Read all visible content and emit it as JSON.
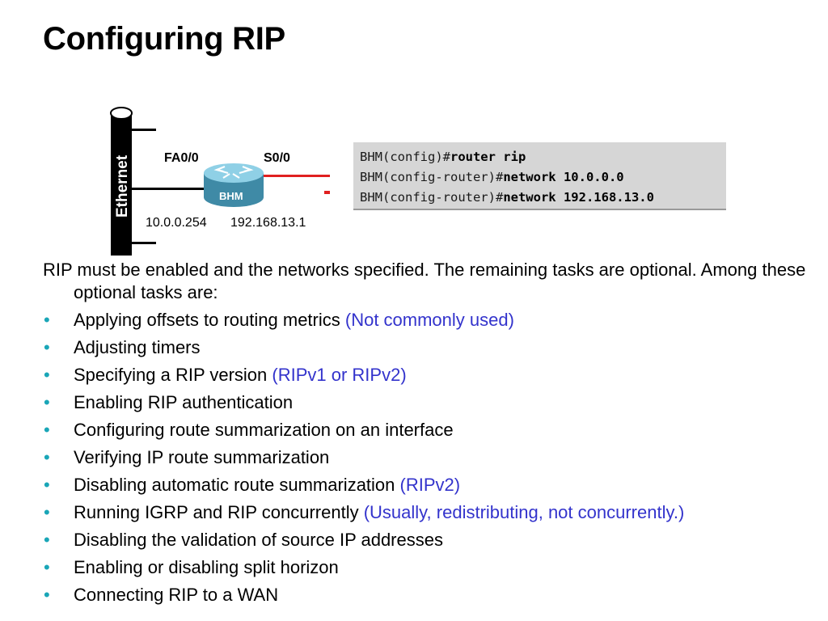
{
  "title": "Configuring RIP",
  "diagram": {
    "ethernet_label": "Ethernet",
    "router_name": "BHM",
    "interface_left": "FA0/0",
    "interface_right": "S0/0",
    "ip_left": "10.0.0.254",
    "ip_right": "192.168.13.1",
    "colors": {
      "serial_link": "#e02020",
      "router": "#5aa7c2"
    }
  },
  "cli": {
    "lines": [
      {
        "prompt": "BHM(config)#",
        "command": "router rip"
      },
      {
        "prompt": "BHM(config-router)#",
        "command": "network 10.0.0.0"
      },
      {
        "prompt": "BHM(config-router)#",
        "command": "network 192.168.13.0"
      }
    ]
  },
  "intro": "RIP must be enabled and the networks specified. The remaining tasks are optional. Among these optional tasks are:",
  "bullets": [
    {
      "text": "Applying offsets to routing metrics ",
      "note": " (Not commonly used)"
    },
    {
      "text": "Adjusting timers",
      "note": ""
    },
    {
      "text": "Specifying a RIP version",
      "note": " (RIPv1 or RIPv2)"
    },
    {
      "text": "Enabling RIP authentication",
      "note": ""
    },
    {
      "text": "Configuring route summarization on an interface",
      "note": ""
    },
    {
      "text": "Verifying IP route summarization",
      "note": ""
    },
    {
      "text": "Disabling automatic route summarization",
      "note": " (RIPv2)"
    },
    {
      "text": "Running IGRP and RIP concurrently",
      "note": " (Usually, redistributing, not concurrently.)"
    },
    {
      "text": "Disabling the validation of source IP addresses",
      "note": ""
    },
    {
      "text": "Enabling or disabling split horizon",
      "note": ""
    },
    {
      "text": "Connecting RIP to a WAN",
      "note": ""
    }
  ],
  "bullet_glyph": "•",
  "colors": {
    "bullet": "#1aa6b7",
    "note": "#3333cc",
    "cli_background": "#d6d6d6"
  }
}
